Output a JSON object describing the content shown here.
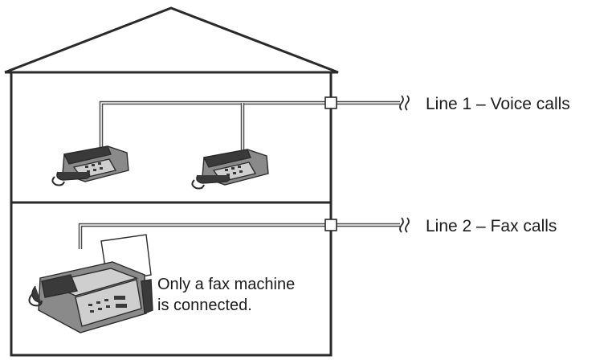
{
  "lines": [
    {
      "label": "Line 1 – Voice calls"
    },
    {
      "label": "Line 2 – Fax calls"
    }
  ],
  "note": {
    "line1": "Only a fax machine",
    "line2": "is connected."
  },
  "icons": {
    "phone": "telephone-icon",
    "fax": "fax-machine-icon",
    "break": "wavy-break-icon"
  },
  "colors": {
    "wire": "#4a4a4a",
    "outline": "#2a2a2a",
    "text": "#1a1a1a"
  }
}
